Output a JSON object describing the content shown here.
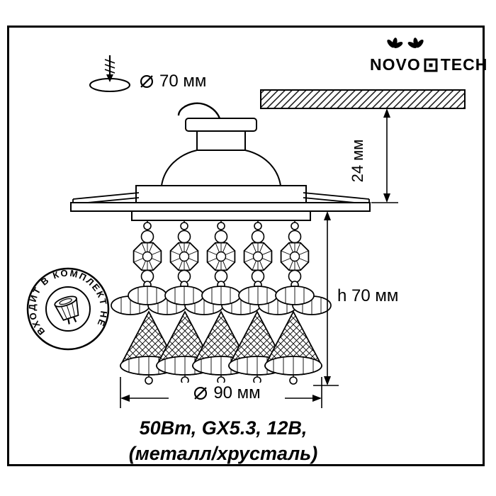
{
  "colors": {
    "ink": "#000000",
    "paper": "#ffffff"
  },
  "logo": {
    "part1": "NOVO",
    "part2": "TECH",
    "full": "NOVOTECH"
  },
  "cutout": {
    "symbol": "⌀",
    "value": "70 мм",
    "label": "⌀ 70 мм"
  },
  "dimensions": {
    "protrusion": "24 мм",
    "height": "h 70 мм",
    "diameter": {
      "symbol": "⌀",
      "value": "90 мм",
      "label": "⌀ 90 мм"
    }
  },
  "badge": {
    "text": "ВХОДИТ В КОМПЛЕКТ НЕ"
  },
  "specs": {
    "line1": "50Вт, GX5.3, 12В,",
    "line2": "(металл/хрусталь)"
  },
  "icons": {
    "drill": "drill-icon",
    "hole": "hole-ellipse-icon",
    "diameter": "diameter-icon",
    "ornament": "novotech-ornament-icon",
    "logo_o": "logo-square-o-icon",
    "lamp": "mr16-lamp-icon"
  }
}
